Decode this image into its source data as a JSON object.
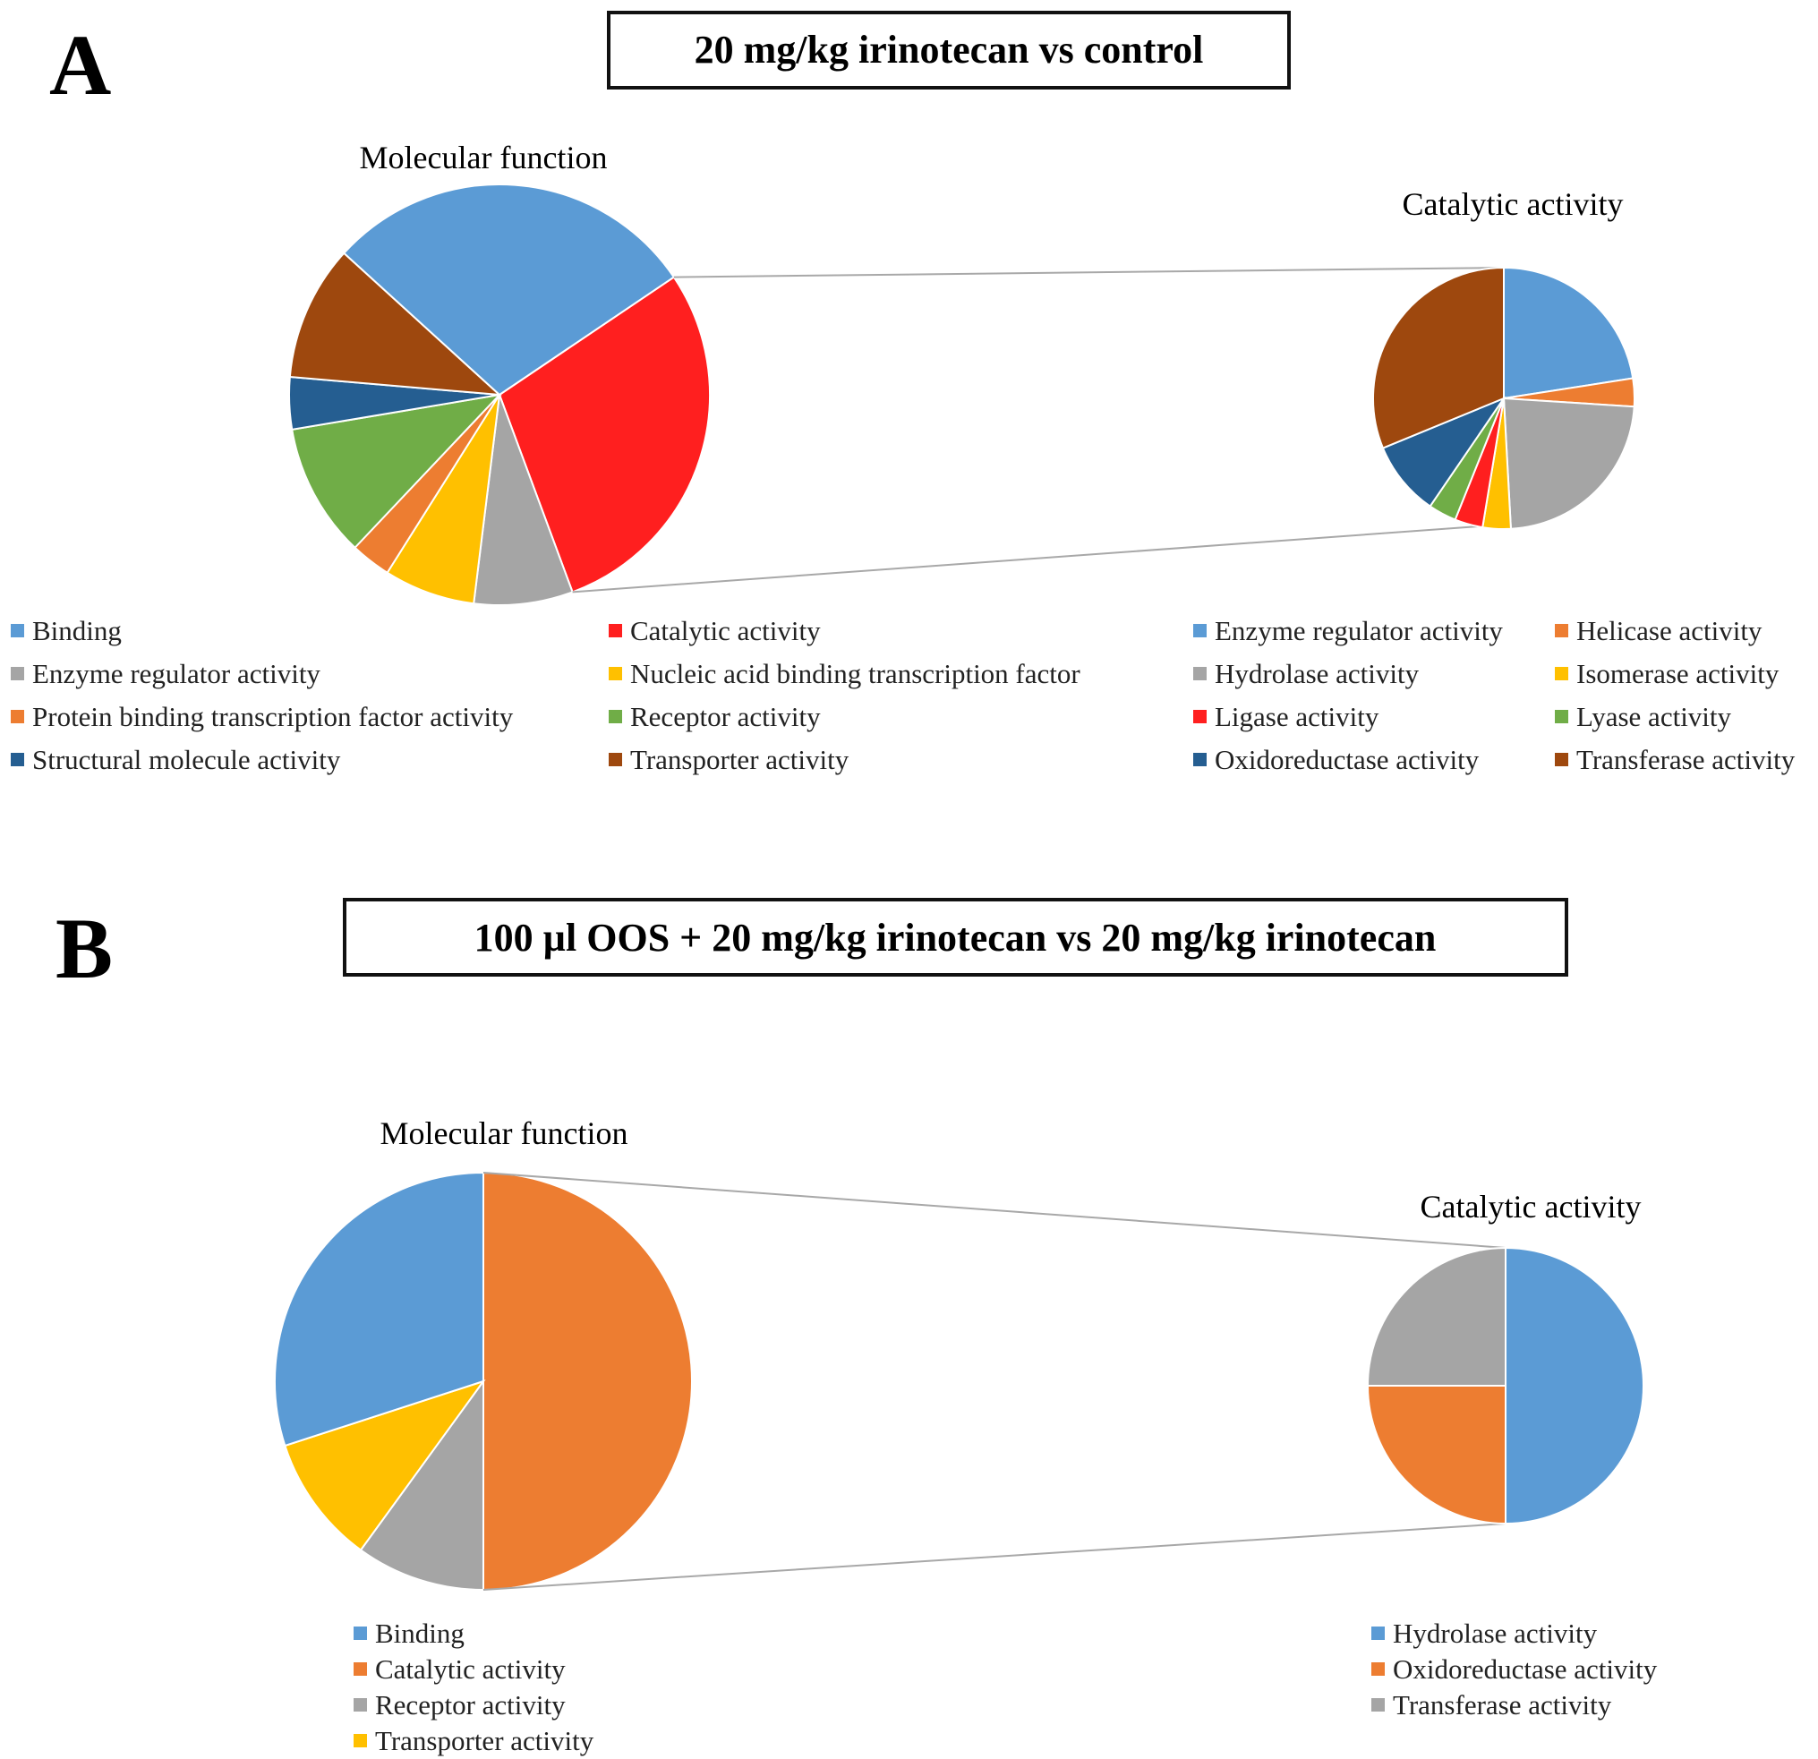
{
  "panels": [
    {
      "letter": "A",
      "title": "20 mg/kg irinotecan vs control",
      "charts": {
        "chart_data": [
          {
            "type": "pie",
            "title": "Molecular function",
            "categories": [
              "Binding",
              "Catalytic activity",
              "Enzyme regulator activity",
              "Nucleic acid binding transcription factor",
              "Protein binding transcription factor activity",
              "Receptor activity",
              "Structural molecule activity",
              "Transporter activity"
            ],
            "values": [
              28.8,
              28.8,
              7.6,
              7.0,
              3.1,
              10.3,
              4.0,
              10.4
            ],
            "slice_order": [
              "Catalytic activity",
              "Enzyme regulator activity",
              "Nucleic acid binding transcription factor",
              "Protein binding transcription factor activity",
              "Receptor activity",
              "Structural molecule activity",
              "Transporter activity",
              "Binding"
            ],
            "start_angle_deg": 56,
            "colors": [
              "#5B9BD5",
              "#FF1F1F",
              "#A5A5A5",
              "#FFC000",
              "#ED7D31",
              "#70AD47",
              "#255E91",
              "#9E480E"
            ]
          },
          {
            "type": "pie",
            "title": "Catalytic activity",
            "categories": [
              "Enzyme regulator activity",
              "Helicase activity",
              "Hydrolase activity",
              "Isomerase activity",
              "Ligase activity",
              "Lyase activity",
              "Oxidoreductase activity",
              "Transferase activity"
            ],
            "values": [
              19.5,
              3.0,
              20.0,
              3.0,
              3.0,
              3.0,
              8.0,
              27.0
            ],
            "slice_order": [
              "Enzyme regulator activity",
              "Helicase activity",
              "Hydrolase activity",
              "Isomerase activity",
              "Ligase activity",
              "Lyase activity",
              "Oxidoreductase activity",
              "Transferase activity"
            ],
            "start_angle_deg": 0,
            "colors": [
              "#5B9BD5",
              "#ED7D31",
              "#A5A5A5",
              "#FFC000",
              "#FF1F1F",
              "#70AD47",
              "#255E91",
              "#9E480E"
            ]
          }
        ]
      }
    },
    {
      "letter": "B",
      "title": "100 µl OOS + 20 mg/kg irinotecan vs 20 mg/kg irinotecan",
      "charts": {
        "chart_data": [
          {
            "type": "pie",
            "title": "Molecular function",
            "categories": [
              "Binding",
              "Catalytic activity",
              "Receptor activity",
              "Transporter activity"
            ],
            "values": [
              30,
              50,
              10,
              10
            ],
            "slice_order": [
              "Catalytic activity",
              "Receptor activity",
              "Transporter activity",
              "Binding"
            ],
            "start_angle_deg": 0,
            "colors": [
              "#5B9BD5",
              "#ED7D31",
              "#A5A5A5",
              "#FFC000"
            ]
          },
          {
            "type": "pie",
            "title": "Catalytic activity",
            "categories": [
              "Hydrolase activity",
              "Oxidoreductase activity",
              "Transferase activity"
            ],
            "values": [
              50,
              25,
              25
            ],
            "slice_order": [
              "Hydrolase activity",
              "Oxidoreductase activity",
              "Transferase activity"
            ],
            "start_angle_deg": 0,
            "colors": [
              "#5B9BD5",
              "#ED7D31",
              "#A5A5A5"
            ]
          }
        ]
      }
    }
  ]
}
